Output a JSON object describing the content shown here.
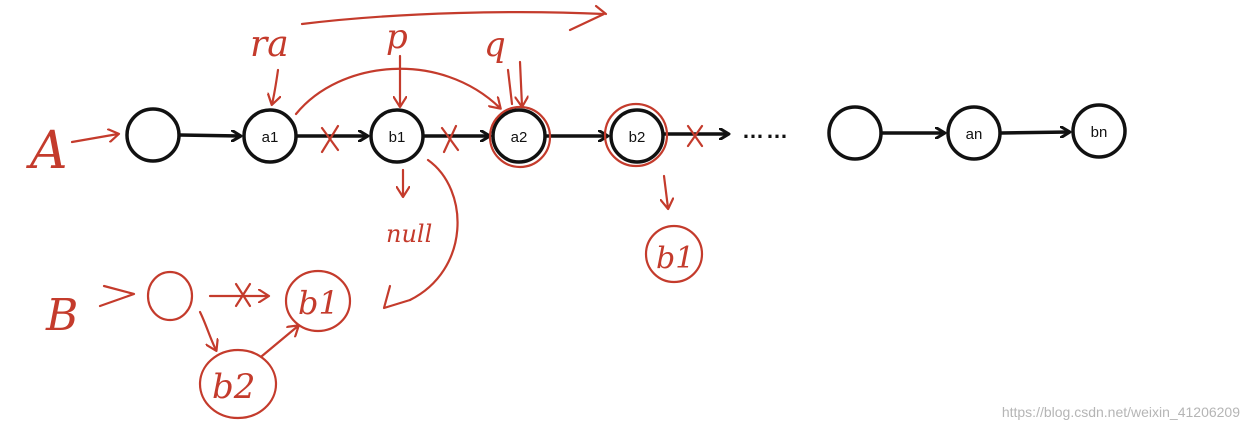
{
  "colors": {
    "ink": "#111111",
    "annotation": "#c43b2c",
    "watermark": "#b5b5b5"
  },
  "list_a": {
    "label": "A",
    "nodes": [
      {
        "id": "head",
        "text": ""
      },
      {
        "id": "a1",
        "text": "a1"
      },
      {
        "id": "b1",
        "text": "b1"
      },
      {
        "id": "a2",
        "text": "a2"
      },
      {
        "id": "b2",
        "text": "b2"
      },
      {
        "id": "gap",
        "text": ""
      },
      {
        "id": "an",
        "text": "an"
      },
      {
        "id": "bn",
        "text": "bn"
      }
    ],
    "ellipsis": "……"
  },
  "pointers": {
    "ra": "ra",
    "p": "p",
    "q": "q"
  },
  "annotations": {
    "null": "null",
    "b1_below_b2": "b1"
  },
  "list_b": {
    "label": "B",
    "node1": "b1",
    "node2": "b2"
  },
  "watermark": "https://blog.csdn.net/weixin_41206209"
}
